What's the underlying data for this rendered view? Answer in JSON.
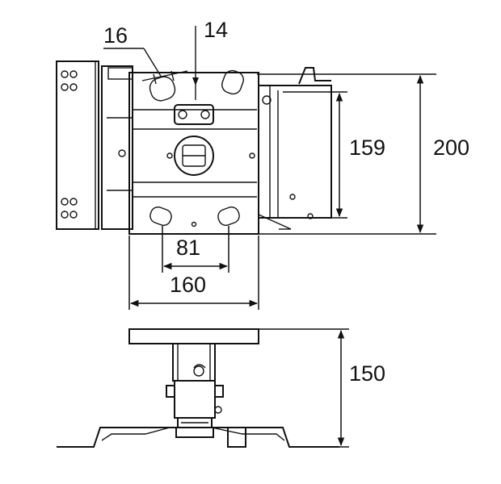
{
  "diagram": {
    "top_view": {
      "label_hole_width": "16",
      "label_hole_offset": "14",
      "label_vertical_spacing": "159",
      "label_total_height": "200",
      "label_slot_spacing": "81",
      "label_plate_width": "160"
    },
    "side_view": {
      "label_height": "150"
    }
  }
}
